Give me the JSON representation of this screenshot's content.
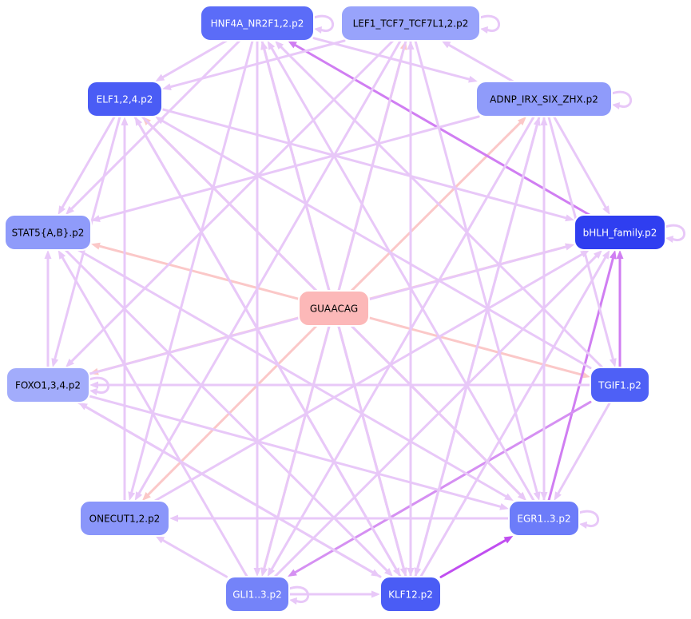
{
  "graph": {
    "nodes": [
      {
        "id": "hnf4a",
        "label": "HNF4A_NR2F1,2.p2",
        "fill": "#5b6cf8",
        "text_color": "#ffffff"
      },
      {
        "id": "lef1",
        "label": "LEF1_TCF7_TCF7L1,2.p2",
        "fill": "#98a3fb",
        "text_color": "#000000"
      },
      {
        "id": "elf1",
        "label": "ELF1,2,4.p2",
        "fill": "#4a5cf5",
        "text_color": "#ffffff"
      },
      {
        "id": "adnp",
        "label": "ADNP_IRX_SIX_ZHX.p2",
        "fill": "#8f9bfa",
        "text_color": "#000000"
      },
      {
        "id": "stat5",
        "label": "STAT5{A,B}.p2",
        "fill": "#8f9bfa",
        "text_color": "#000000"
      },
      {
        "id": "bhlh",
        "label": "bHLH_family.p2",
        "fill": "#2f3ef0",
        "text_color": "#ffffff"
      },
      {
        "id": "guaacag",
        "label": "GUAACAG",
        "fill": "#fcb8b8",
        "text_color": "#000000"
      },
      {
        "id": "foxo",
        "label": "FOXO1,3,4.p2",
        "fill": "#a2acfb",
        "text_color": "#000000"
      },
      {
        "id": "tgif1",
        "label": "TGIF1.p2",
        "fill": "#4e60f6",
        "text_color": "#ffffff"
      },
      {
        "id": "onecut",
        "label": "ONECUT1,2.p2",
        "fill": "#8a96fa",
        "text_color": "#000000"
      },
      {
        "id": "egr1",
        "label": "EGR1..3.p2",
        "fill": "#6c7cf9",
        "text_color": "#ffffff"
      },
      {
        "id": "gli1",
        "label": "GLI1..3.p2",
        "fill": "#7483f9",
        "text_color": "#ffffff"
      },
      {
        "id": "klf12",
        "label": "KLF12.p2",
        "fill": "#4a5cf5",
        "text_color": "#ffffff"
      }
    ],
    "edges": [
      {
        "from": "guaacag",
        "to": "hnf4a",
        "color": "#fbc8c8"
      },
      {
        "from": "guaacag",
        "to": "lef1",
        "color": "#fbc8c8"
      },
      {
        "from": "guaacag",
        "to": "elf1",
        "color": "#fbc8c8"
      },
      {
        "from": "guaacag",
        "to": "adnp",
        "color": "#fbc8c8"
      },
      {
        "from": "guaacag",
        "to": "stat5",
        "color": "#fbc8c8"
      },
      {
        "from": "guaacag",
        "to": "bhlh",
        "color": "#fbc8c8"
      },
      {
        "from": "guaacag",
        "to": "foxo",
        "color": "#fbc8c8"
      },
      {
        "from": "guaacag",
        "to": "tgif1",
        "color": "#fbc8c8"
      },
      {
        "from": "guaacag",
        "to": "onecut",
        "color": "#fbc8c8"
      },
      {
        "from": "guaacag",
        "to": "egr1",
        "color": "#fbc8c8"
      },
      {
        "from": "guaacag",
        "to": "gli1",
        "color": "#fbc8c8"
      },
      {
        "from": "guaacag",
        "to": "klf12",
        "color": "#fbc8c8"
      },
      {
        "from": "bhlh",
        "to": "hnf4a",
        "color": "#d07ef2"
      },
      {
        "from": "tgif1",
        "to": "bhlh",
        "color": "#d07ef2"
      },
      {
        "from": "egr1",
        "to": "bhlh",
        "color": "#d07ef2"
      },
      {
        "from": "klf12",
        "to": "egr1",
        "color": "#c04ef0"
      },
      {
        "from": "tgif1",
        "to": "gli1",
        "color": "#d590f2"
      },
      {
        "from": "hnf4a",
        "to": "elf1",
        "color": "#e8c8f8"
      },
      {
        "from": "hnf4a",
        "to": "adnp",
        "color": "#e8c8f8"
      },
      {
        "from": "hnf4a",
        "to": "stat5",
        "color": "#e8c8f8"
      },
      {
        "from": "hnf4a",
        "to": "gli1",
        "color": "#e8c8f8"
      },
      {
        "from": "hnf4a",
        "to": "klf12",
        "color": "#e8c8f8"
      },
      {
        "from": "hnf4a",
        "to": "onecut",
        "color": "#e8c8f8"
      },
      {
        "from": "lef1",
        "to": "elf1",
        "color": "#e8c8f8"
      },
      {
        "from": "lef1",
        "to": "foxo",
        "color": "#e8c8f8"
      },
      {
        "from": "lef1",
        "to": "klf12",
        "color": "#e8c8f8"
      },
      {
        "from": "lef1",
        "to": "gli1",
        "color": "#e8c8f8"
      },
      {
        "from": "lef1",
        "to": "egr1",
        "color": "#e8c8f8"
      },
      {
        "from": "lef1",
        "to": "onecut",
        "color": "#e8c8f8"
      },
      {
        "from": "adnp",
        "to": "lef1",
        "color": "#e8c8f8"
      },
      {
        "from": "adnp",
        "to": "stat5",
        "color": "#e8c8f8"
      },
      {
        "from": "adnp",
        "to": "bhlh",
        "color": "#e8c8f8"
      },
      {
        "from": "adnp",
        "to": "gli1",
        "color": "#e8c8f8"
      },
      {
        "from": "adnp",
        "to": "klf12",
        "color": "#e8c8f8"
      },
      {
        "from": "adnp",
        "to": "egr1",
        "color": "#e8c8f8"
      },
      {
        "from": "adnp",
        "to": "tgif1",
        "color": "#e8c8f8"
      },
      {
        "from": "elf1",
        "to": "stat5",
        "color": "#e8c8f8"
      },
      {
        "from": "elf1",
        "to": "foxo",
        "color": "#e8c8f8"
      },
      {
        "from": "elf1",
        "to": "bhlh",
        "color": "#e8c8f8"
      },
      {
        "from": "elf1",
        "to": "egr1",
        "color": "#e8c8f8"
      },
      {
        "from": "elf1",
        "to": "klf12",
        "color": "#e8c8f8"
      },
      {
        "from": "stat5",
        "to": "egr1",
        "color": "#e8c8f8"
      },
      {
        "from": "stat5",
        "to": "klf12",
        "color": "#e8c8f8"
      },
      {
        "from": "foxo",
        "to": "stat5",
        "color": "#e8c8f8"
      },
      {
        "from": "foxo",
        "to": "bhlh",
        "color": "#e8c8f8"
      },
      {
        "from": "foxo",
        "to": "egr1",
        "color": "#e8c8f8"
      },
      {
        "from": "foxo",
        "to": "klf12",
        "color": "#e8c8f8"
      },
      {
        "from": "tgif1",
        "to": "foxo",
        "color": "#e8c8f8"
      },
      {
        "from": "tgif1",
        "to": "hnf4a",
        "color": "#e8c8f8"
      },
      {
        "from": "tgif1",
        "to": "elf1",
        "color": "#e8c8f8"
      },
      {
        "from": "tgif1",
        "to": "egr1",
        "color": "#e8c8f8"
      },
      {
        "from": "onecut",
        "to": "bhlh",
        "color": "#e8c8f8"
      },
      {
        "from": "onecut",
        "to": "elf1",
        "color": "#e8c8f8"
      },
      {
        "from": "egr1",
        "to": "onecut",
        "color": "#e8c8f8"
      },
      {
        "from": "egr1",
        "to": "hnf4a",
        "color": "#e8c8f8"
      },
      {
        "from": "egr1",
        "to": "adnp",
        "color": "#e8c8f8"
      },
      {
        "from": "gli1",
        "to": "klf12",
        "color": "#e8c8f8"
      },
      {
        "from": "gli1",
        "to": "onecut",
        "color": "#e8c8f8"
      },
      {
        "from": "gli1",
        "to": "bhlh",
        "color": "#e8c8f8"
      },
      {
        "from": "gli1",
        "to": "stat5",
        "color": "#e8c8f8"
      },
      {
        "from": "klf12",
        "to": "hnf4a",
        "color": "#e8c8f8"
      },
      {
        "from": "klf12",
        "to": "lef1",
        "color": "#e8c8f8"
      },
      {
        "from": "klf12",
        "to": "elf1",
        "color": "#e8c8f8"
      },
      {
        "from": "klf12",
        "to": "adnp",
        "color": "#e8c8f8"
      },
      {
        "from": "klf12",
        "to": "foxo",
        "color": "#e8c8f8"
      },
      {
        "from": "klf12",
        "to": "bhlh",
        "color": "#e8c8f8"
      }
    ],
    "self_loops": [
      {
        "node": "hnf4a",
        "color": "#e8c8f8"
      },
      {
        "node": "lef1",
        "color": "#e8c8f8"
      },
      {
        "node": "adnp",
        "color": "#e8c8f8"
      },
      {
        "node": "bhlh",
        "color": "#e8c8f8"
      },
      {
        "node": "foxo",
        "color": "#e8c8f8"
      },
      {
        "node": "egr1",
        "color": "#e8c8f8"
      },
      {
        "node": "gli1",
        "color": "#e8c8f8"
      }
    ]
  }
}
